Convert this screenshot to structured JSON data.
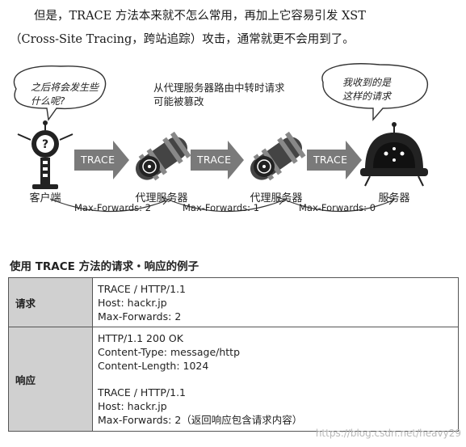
{
  "intro": {
    "line1": "但是，TRACE 方法本来就不怎么常用，再加上它容易引发 XST",
    "line2": "（Cross-Site Tracing，跨站追踪）攻击，通常就更不会用到了。"
  },
  "diagram": {
    "client_bubble_line1": "之后将会发生些",
    "client_bubble_line2": "什么呢?",
    "server_bubble_line1": "我收到的是",
    "server_bubble_line2": "这样的请求",
    "note_line1": "从代理服务器路由中转时请求",
    "note_line2": "可能被篡改",
    "nodes": [
      "客户端",
      "代理服务器",
      "代理服务器",
      "服务器"
    ],
    "arrow_label": "TRACE",
    "max_forwards": [
      "Max-Forwards: 2",
      "Max-Forwards: 1",
      "Max-Forwards: 0"
    ]
  },
  "example": {
    "title": "使用 TRACE 方法的请求・响应的例子",
    "request_label": "请求",
    "request_lines": [
      "TRACE / HTTP/1.1",
      "Host: hackr.jp",
      "Max-Forwards: 2"
    ],
    "response_label": "响应",
    "response_lines_a": [
      "HTTP/1.1 200 OK",
      "Content-Type: message/http",
      "Content-Length: 1024"
    ],
    "response_lines_b": [
      "TRACE / HTTP/1.1",
      "Host: hackr.jp",
      "Max-Forwards: 2（返回响应包含请求内容）"
    ]
  },
  "watermark": "https://blog.csdn.net/heavy29"
}
